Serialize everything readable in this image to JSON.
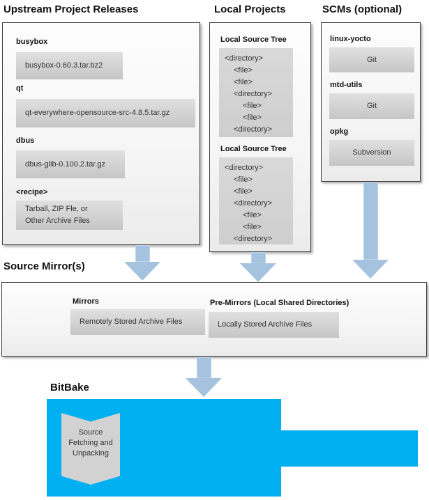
{
  "columns": {
    "upstream": {
      "title": "Upstream Project Releases",
      "items": [
        {
          "label": "busybox",
          "file": "busybox-0.60.3.tar.bz2"
        },
        {
          "label": "qt",
          "file": "qt-everywhere-opensource-src-4.8.5.tar.gz"
        },
        {
          "label": "dbus",
          "file": "dbus-glib-0.100.2.tar.gz"
        },
        {
          "label": "<recipe>",
          "file_lines": [
            "Tarball, ZIP Fle, or",
            "Other Archive Files"
          ]
        }
      ]
    },
    "local_projects": {
      "title": "Local Projects",
      "groups": [
        {
          "label": "Local Source Tree",
          "tree": [
            {
              "text": "<directory>",
              "indent": 0
            },
            {
              "text": "<file>",
              "indent": 1
            },
            {
              "text": "<file>",
              "indent": 1
            },
            {
              "text": "<directory>",
              "indent": 1
            },
            {
              "text": "<file>",
              "indent": 2
            },
            {
              "text": "<file>",
              "indent": 2
            },
            {
              "text": "<directory>",
              "indent": 1
            }
          ]
        },
        {
          "label": "Local Source Tree",
          "tree": [
            {
              "text": "<directory>",
              "indent": 0
            },
            {
              "text": "<file>",
              "indent": 1
            },
            {
              "text": "<file>",
              "indent": 1
            },
            {
              "text": "<directory>",
              "indent": 1
            },
            {
              "text": "<file>",
              "indent": 2
            },
            {
              "text": "<file>",
              "indent": 2
            },
            {
              "text": "<directory>",
              "indent": 1
            }
          ]
        }
      ]
    },
    "scms": {
      "title": "SCMs (optional)",
      "items": [
        {
          "label": "linux-yocto",
          "scm": "Git"
        },
        {
          "label": "mtd-utils",
          "scm": "Git"
        },
        {
          "label": "opkg",
          "scm": "Subversion"
        }
      ]
    }
  },
  "source_mirrors": {
    "title": "Source Mirror(s)",
    "groups": [
      {
        "label": "Mirrors",
        "value": "Remotely Stored Archive Files"
      },
      {
        "label": "Pre-Mirrors (Local Shared Directories)",
        "value": "Locally Stored Archive Files"
      }
    ]
  },
  "bitbake": {
    "title": "BitBake",
    "process_lines": [
      "Source",
      "Fetching and",
      "Unpacking"
    ]
  },
  "colors": {
    "bitbake_blue": "#00b0f0",
    "arrow_blue": "#a5c3df",
    "panel_border": "#3d3d3d",
    "inner_box_gray": "#d2d2d2"
  }
}
